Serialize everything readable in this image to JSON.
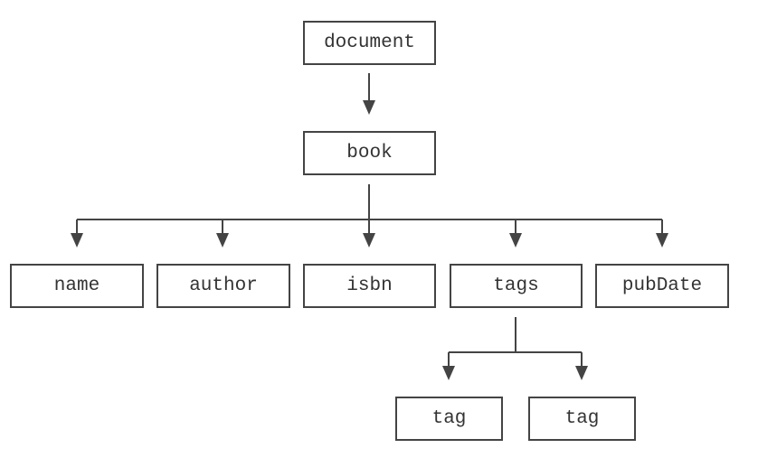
{
  "diagram": {
    "nodes": {
      "document": "document",
      "book": "book",
      "name": "name",
      "author": "author",
      "isbn": "isbn",
      "tags": "tags",
      "pubDate": "pubDate",
      "tag_1": "tag",
      "tag_2": "tag"
    },
    "edges": [
      [
        "document",
        "book"
      ],
      [
        "book",
        "name"
      ],
      [
        "book",
        "author"
      ],
      [
        "book",
        "isbn"
      ],
      [
        "book",
        "tags"
      ],
      [
        "book",
        "pubDate"
      ],
      [
        "tags",
        "tag_1"
      ],
      [
        "tags",
        "tag_2"
      ]
    ],
    "colors": {
      "line": "#444444",
      "text": "#333333",
      "background": "#ffffff"
    }
  }
}
